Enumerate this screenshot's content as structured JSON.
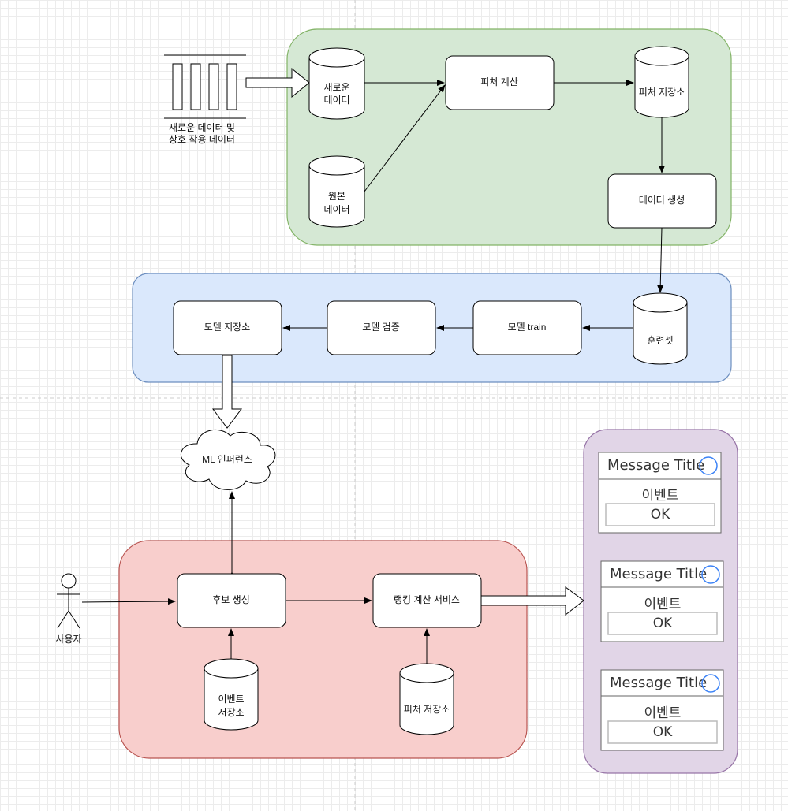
{
  "pipeline": {
    "queue_label_1": "새로운 데이터 및",
    "queue_label_2": "상호 작용 데이터",
    "new_data_1": "새로운",
    "new_data_2": "데이터",
    "raw_data_1": "원본",
    "raw_data_2": "데이터",
    "feature_compute": "피처 계산",
    "feature_store": "피처 저장소",
    "data_generation": "데이터 생성"
  },
  "training": {
    "training_set": "훈련셋",
    "model_train": "모델 train",
    "model_validation": "모델 검증",
    "model_registry": "모델 저장소"
  },
  "inference": {
    "ml_inference": "ML 인퍼런스"
  },
  "serving": {
    "user": "사용자",
    "candidate_generation": "후보 생성",
    "ranking_service": "랭킹 계산 서비스",
    "event_store_1": "이벤트",
    "event_store_2": "저장소",
    "feature_store": "피처 저장소"
  },
  "messages": [
    {
      "title": "Message Title",
      "body": "이벤트",
      "button": "OK"
    },
    {
      "title": "Message Title",
      "body": "이벤트",
      "button": "OK"
    },
    {
      "title": "Message Title",
      "body": "이벤트",
      "button": "OK"
    }
  ],
  "colors": {
    "green_fill": "#d5e8d4",
    "green_stroke": "#82b366",
    "blue_fill": "#dae8fc",
    "blue_stroke": "#6c8ebf",
    "red_fill": "#f8cecc",
    "red_stroke": "#b85450",
    "purple_fill": "#e1d5e7",
    "purple_stroke": "#9673a6",
    "accent_circle": "#3b82f6"
  }
}
